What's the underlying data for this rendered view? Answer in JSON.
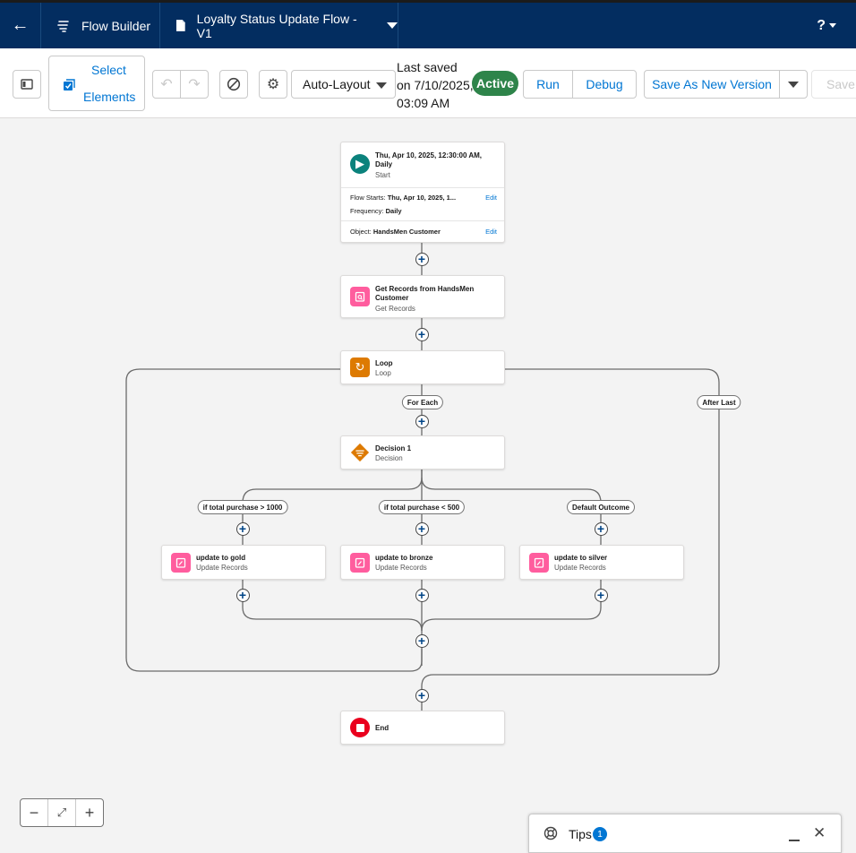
{
  "topnav": {
    "app_name": "Flow Builder",
    "flow_name": "Loyalty Status Update Flow - V1",
    "help_label": "?"
  },
  "toolbar": {
    "select_elements_line1": "Select",
    "select_elements_line2": "Elements",
    "layout_mode": "Auto-Layout",
    "last_saved_line1": "Last saved",
    "last_saved_line2": "on 7/10/2025,",
    "last_saved_line3": "03:09 AM",
    "status": "Active",
    "run_label": "Run",
    "debug_label": "Debug",
    "save_as_new_version_label": "Save As New Version",
    "save_label": "Save"
  },
  "canvas": {
    "start": {
      "title_line1": "Thu, Apr 10, 2025, 12:30:00 AM,",
      "title_line2": "Daily",
      "subtitle": "Start",
      "flow_starts_label": "Flow Starts:",
      "flow_starts_value": "Thu, Apr 10, 2025, 1...",
      "frequency_label": "Frequency:",
      "frequency_value": "Daily",
      "object_label": "Object:",
      "object_value": "HandsMen Customer",
      "edit_label": "Edit"
    },
    "get_records": {
      "title": "Get Records from HandsMen Customer",
      "subtitle": "Get Records"
    },
    "loop": {
      "title": "Loop",
      "subtitle": "Loop"
    },
    "for_each_label": "For Each",
    "after_last_label": "After Last",
    "decision": {
      "title": "Decision 1",
      "subtitle": "Decision"
    },
    "outcomes": [
      {
        "label": "if total purchase > 1000",
        "title": "update to gold",
        "subtitle": "Update Records"
      },
      {
        "label": "if total purchase < 500",
        "title": "update to bronze",
        "subtitle": "Update Records"
      },
      {
        "label": "Default Outcome",
        "title": "update to silver",
        "subtitle": "Update Records"
      }
    ],
    "end": {
      "title": "End"
    }
  },
  "tips": {
    "label": "Tips",
    "count": "1"
  },
  "colors": {
    "nav_bg": "#032d60",
    "brand_blue": "#0176d3",
    "active_green": "#2e844a",
    "start_teal": "#0b827c",
    "records_pink": "#ff5d9e",
    "loop_orange": "#dd7a01",
    "end_red": "#ea001e"
  },
  "icons": [
    "back-arrow-icon",
    "flow-builder-icon",
    "file-icon",
    "chevron-down-icon",
    "help-icon",
    "panel-toggle-icon",
    "select-elements-icon",
    "undo-icon",
    "redo-icon",
    "block-icon",
    "gear-icon",
    "play-icon",
    "get-records-icon",
    "loop-icon",
    "decision-icon",
    "update-records-icon",
    "stop-icon",
    "zoom-out-icon",
    "fit-view-icon",
    "zoom-in-icon",
    "tips-lifebuoy-icon",
    "minimize-icon",
    "close-icon"
  ]
}
